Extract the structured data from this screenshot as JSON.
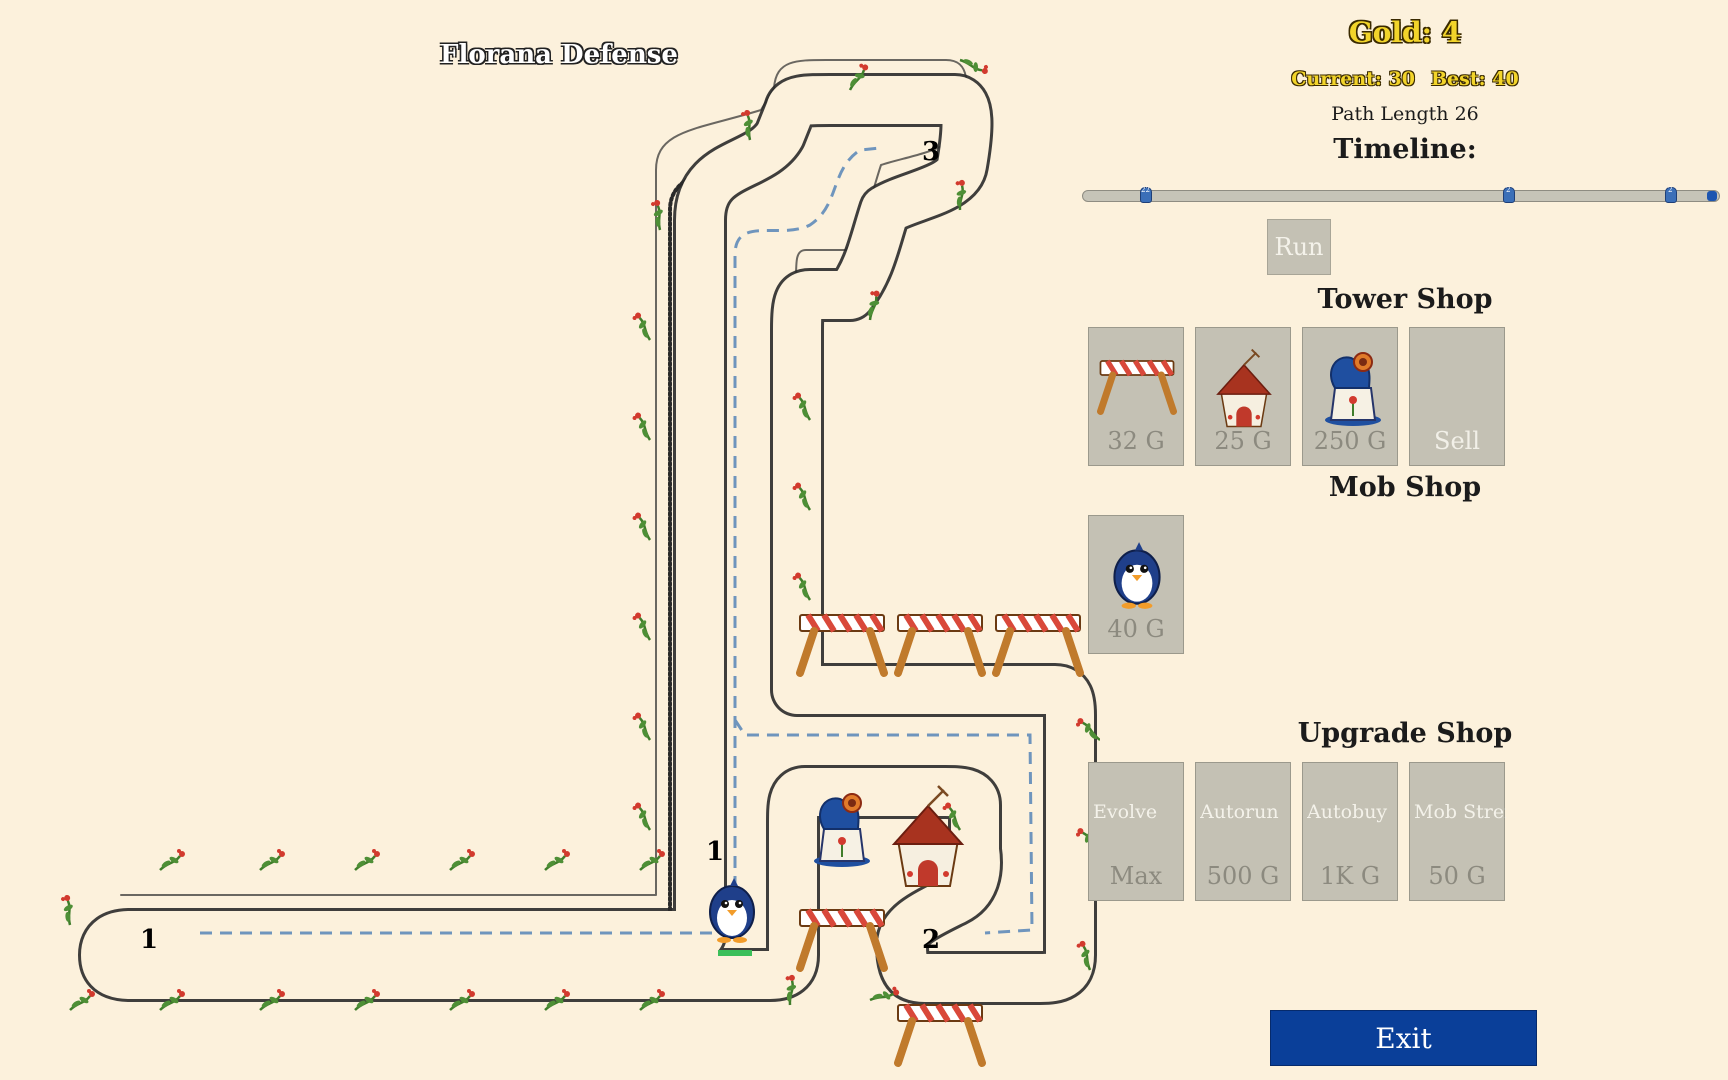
{
  "game": {
    "title": "Florana Defense"
  },
  "hud": {
    "gold_label": "Gold: 4",
    "current_label": "Current: 30",
    "best_label": "Best: 40",
    "path_length_label": "Path Length 26"
  },
  "timeline": {
    "label": "Timeline:",
    "markers": [
      "22",
      "2",
      "2"
    ],
    "run_label": "Run"
  },
  "tower_shop": {
    "label": "Tower Shop",
    "items": [
      {
        "name": "barricade-tower",
        "price": "32 G"
      },
      {
        "name": "archer-hut-tower",
        "price": "25 G"
      },
      {
        "name": "cannon-tower",
        "price": "250 G"
      },
      {
        "name": "sell",
        "price": "Sell"
      }
    ]
  },
  "mob_shop": {
    "label": "Mob Shop",
    "items": [
      {
        "name": "penguin-mob",
        "price": "40 G"
      }
    ]
  },
  "upgrade_shop": {
    "label": "Upgrade Shop",
    "items": [
      {
        "label": "Evolve",
        "price": "Max"
      },
      {
        "label": "Autorun",
        "price": "500 G"
      },
      {
        "label": "Autobuy",
        "price": "1K G"
      },
      {
        "label": "Mob Strength",
        "price": "50 G"
      }
    ]
  },
  "path_labels": {
    "start": "1",
    "mid_one": "1",
    "two": "2",
    "three": "3"
  },
  "exit_label": "Exit",
  "colors": {
    "background": "#fcf1dc",
    "exit_button": "#0a3f99",
    "gold_text": "#f2d42a",
    "card": "#c4c1b4",
    "dashed_route": "#6f95bd"
  }
}
